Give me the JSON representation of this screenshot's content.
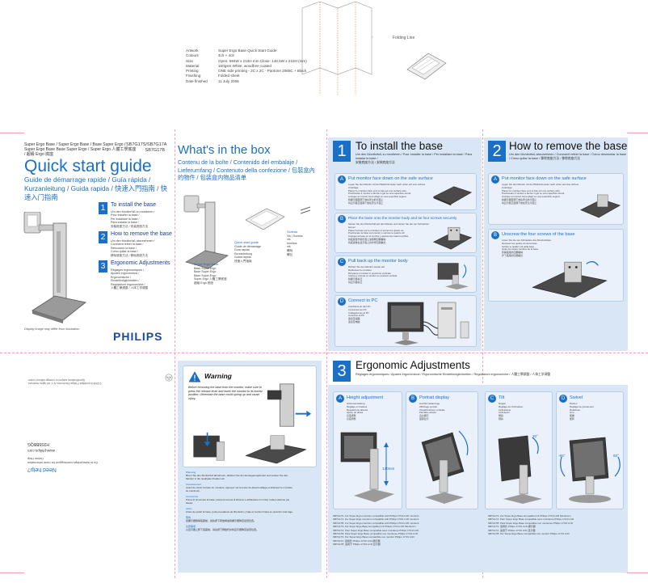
{
  "fold": {
    "label": "Folding Line"
  },
  "spec": {
    "rows": [
      {
        "k": "Artwork",
        "v": "Super Ergo Base Quick Start Guide"
      },
      {
        "k": "Colours",
        "v": "4clr + 4clr"
      },
      {
        "k": "Size",
        "v": "Open: 594W x 210H mm    Close: 148.5W x 210H (mm)"
      },
      {
        "k": "Material",
        "v": "150gsm White, woodfree coated"
      },
      {
        "k": "Printing",
        "v": "ONE side printing - 2C x 2C - Pantone 2065C + Black"
      },
      {
        "k": "Finishing",
        "v": "Folded sheet"
      },
      {
        "k": "Date finished",
        "v": "11 July 2006"
      }
    ]
  },
  "cover": {
    "series": "Super Ergo Base / Super Ergo Base / Base Super Ergo / Super Ergo Base Base Super Ergo / Super Ergo 人體工學底座 / 超級 Ergo 底座",
    "models": "SB7G17S/SB7G17A\nSB7G17B",
    "title": "Quick start guide",
    "subtitle": "Guide de démarrage rapide / Guía rápida / Kurzanleitung / Guida rapida / 快速入門指南 / 快速入门指南",
    "sections": [
      {
        "num": "1",
        "title": "To install the base",
        "sub": "Um den Monitorfuß zu montieren /\nPour installer la base /\nPer installare la base /\nPara instalar la base /\n安裝底座方法 / 安装底座方法"
      },
      {
        "num": "2",
        "title": "How to remove the base",
        "sub": "Um den Monitorfuß abzunehmen /\nComment retirer la base /\nRimuovere la base /\nCómo quitar la base /\n移除底座方法 / 移除底座方法"
      },
      {
        "num": "3",
        "title": "Ergonomic Adjustments",
        "sub": "Réglages ergonomiques /\nAjustes ergonómicos /\nErgonomische /\nEinstellmöglichkeiten /\nRegolazioni ergonomiche /\n人體工學調整 / 人体工学调整"
      }
    ],
    "note": "Display image may differ from illustration",
    "brand": "PHILIPS"
  },
  "box": {
    "title": "What's in the box",
    "subtitle": "Contenu de la boîte / Contenido del embalaje / Lieferumfang / Contenuto della confezione / 包裝盒內的物件 / 包装盒内物品清单",
    "quick_guide": [
      "Quick start guide",
      "Guide de démarrage",
      "Guía rápida",
      "Kurzanleitung",
      "Guida rapida",
      "快速入門指南"
    ],
    "base_list": [
      "Super Ergo Base",
      "Base Super Ergo",
      "Base Super Ergo",
      "Base Super Ergo",
      "Super Ergo 人體工學底座",
      "超級 Ergo 底座"
    ],
    "screws": [
      "Screws",
      "Vis / Screws",
      "vis",
      "tornillos",
      "viti",
      "螺絲",
      "螺丝"
    ]
  },
  "step1": {
    "num": "1",
    "title": "To install the base",
    "sub": "Um den Monitorfuß zu montieren / Pour installer la base / Per installare la base / Para instalar la base /\n安裝底座方法 / 安装底座方法",
    "cards": [
      {
        "letter": "A",
        "title": "Put monitor face down on the safe surface",
        "lines": "Legen Sie den Monitor mit der Bildschirmseite nach unten auf eine sichere Unterlage\nPlacez le moniteur face vers le bas sur une surface sûre\nPosizionare il monitor a faccia in giù su una superficie sicura\nColoque el monitor boca abajo en una superficie segura\n將顯示器面朝下放在安全的平面上\n将显示器正面朝下放在安全平面上"
      },
      {
        "letter": "B",
        "title": "Place the base onto the monitor body and tie four screws securely",
        "lines": "Setzen Sie den Monitorfuß auf den Monitor und ziehen Sie die vier Schrauben fest an\nPlacez la base sur le moniteur et serrez les quatre vis\nPosizionare la base sul monitor e serrare le quattro viti\nColoque la base en el monitor y apriete los cuatro tornillos\n將底座置於顯示器上並鎖緊四顆螺絲\n将底座放在显示器上并拧紧四颗螺丝"
      },
      {
        "letter": "C",
        "title": "Pull back up the monitor body",
        "lines": "Richten Sie den Monitor wieder auf\nRedressez le moniteur\nRimettere il monitor in posizione verticale\nVuelva a colocar el monitor en posición vertical\n將顯示器扶正\n将显示器扶正"
      },
      {
        "letter": "D",
        "title": "Connect to PC",
        "lines": "Anschluss an den PC\nConnexion au PC\nCollegamento al PC\nConexión al PC\n連接至電腦\n连接至电脑"
      }
    ]
  },
  "step2": {
    "num": "2",
    "title": "How to remove the base",
    "sub": "Um den Monitorfuß abzunehmen / Comment retirer la base / Cómo desmontar la base / Cómo quitar la base / 移除底座方法 / 移除底座方法",
    "cards": [
      {
        "letter": "A",
        "title": "Put monitor face down on the safe surface",
        "lines": "Legen Sie den Monitor mit der Bildschirmseite nach unten auf eine sichere Unterlage\nPlacez le moniteur face vers le bas sur une surface sûre\nPosizionare il monitor a faccia in giù su una superficie sicura\nColoque el monitor boca abajo en una superficie segura\n將顯示器面朝下放在安全的平面上\n将显示器正面朝下放在安全平面上"
      },
      {
        "letter": "B",
        "title": "Unscrew the four screws of the base",
        "lines": "Lösen Sie die vier Schrauben des Monitorfußes\nDévissez les quatre vis de la base\nSvitare le quattro viti della base\nQuite los cuatro tornillos de la base\n鬆開底座的四顆螺絲\n拧下底座的四颗螺丝"
      }
    ]
  },
  "step3": {
    "num": "3",
    "title": "Ergonomic Adjustments",
    "sub": "Réglages ergonomiques / Ajustes ergonómicos / Ergonomische Einstellmöglichkeiten / Regolazioni ergonomiche / 人體工學調整 / 人体工学调整",
    "cards": [
      {
        "letter": "A",
        "title": "Height adjustment",
        "lines": "Höhenverstellung\nRéglage en hauteur\nRegolazione altezza\nAjuste de altura\n高度調整\n高度调整",
        "value": "130mm"
      },
      {
        "letter": "B",
        "title": "Portrait display",
        "lines": "Hochformatanzeige\nAffichage portrait\nVisualizzazione verticale\nPantalla vertical\n直立顯示\n竖屏显示"
      },
      {
        "letter": "C",
        "title": "Tilt",
        "lines": "Neigen\nRéglage de l'inclinaison\nInclinazione\nInclinación\n傾斜\n倾斜",
        "value": "20°"
      },
      {
        "letter": "D",
        "title": "Swivel",
        "lines": "Drehen\nRéglage de pivotement\nRotazione\nGiro\n旋轉\n旋转",
        "value_left": "-65°",
        "value_right": "65°"
      }
    ]
  },
  "warning": {
    "title": "Warning",
    "text": "Before removing the base from the monitor, make sure to press the release lever and lower the monitor to its lowest position. Otherwise the base could spring up and cause injury.",
    "items": [
      {
        "k": "Warnung",
        "v": "Bevor Sie den Monitorfuß abnehmen, drücken Sie den Entriegelungshebel und senken Sie den Monitor in die niedrigste Position ab."
      },
      {
        "k": "Avertissement",
        "v": "Avant de retirer la base du moniteur, appuyez sur le levier de déverrouillage et abaissez le moniteur au maximum."
      },
      {
        "k": "Avvertenza",
        "v": "Prima di rimuovere la base, premere la leva di sblocco e abbassare il monitor nella posizione più bassa."
      },
      {
        "k": "Aviso",
        "v": "Antes de quitar la base, pulse la palanca de liberación y baje el monitor hasta su posición más baja."
      },
      {
        "k": "警告",
        "v": "從顯示器移除底座前，請先按下釋放桿並將顯示器降至最低位置。"
      },
      {
        "k": "注意事项",
        "v": "从显示器上卸下底座前，请先按下释放杆并将显示器降至最低位置。"
      }
    ]
  },
  "back": {
    "need_help": "Need help?",
    "help_text": "Go to www.philips.com/support for more information\nOnline Help",
    "url": "www.philips.com",
    "code": "H3S5BBQG",
    "copyright": "©2006 Koninklijke Philips Electronics N.V. All rights reserved.\nSpecifications subject to change without notice."
  },
  "model_notes": {
    "left": "SB7G17S  For Super Ergo monitors compatible with Philips 17/19 LCD monitors\nSB7G17A  For Super Ergo monitors compatible with Philips 17/19 LCD monitors\nSB7G17B  For Super Ergo monitors compatible with Philips 17/19 LCD monitors\nSB7G17S  Zur Super Ergo Base kompatibel mit Philips 17/19 LCD Monitoren\nSB7G17A  Pour Super Ergo Base compatible avec moniteurs Philips 17/19 LCD\nSB7G17B  Para Super Ergo Base compatible con monitores Philips 17/19 LCD\nSB7G17S  Per Super Ergo Base compatibile con monitor Philips 17/19 LCD\nSB7G17A  適用於 Philips 17/19 LCD 顯示器\nSB7G17B  适用于 Philips 17/19 LCD 显示器",
    "right": "SB7G17S  Zur Super Ergo Base kompatibel mit Philips 17/19 LCD Monitoren\nSB7G17A  Pour Super Ergo Base compatible avec moniteurs Philips 17/19 LCD\nSB7G17B  Para Super Ergo Base compatible con monitores Philips 17/19 LCD\nSB7G17S  適用於 Philips 17/19 LCD 顯示器\nSB7G17A  适用于 Philips 17/19 LCD 显示器\nSB7G17B  Per Super Ergo Base compatibile con monitor Philips 17/19 LCD"
  },
  "colors": {
    "accent": "#1b6fc4",
    "panel": "#d9e6f5",
    "guide": "#f1a0c0"
  }
}
